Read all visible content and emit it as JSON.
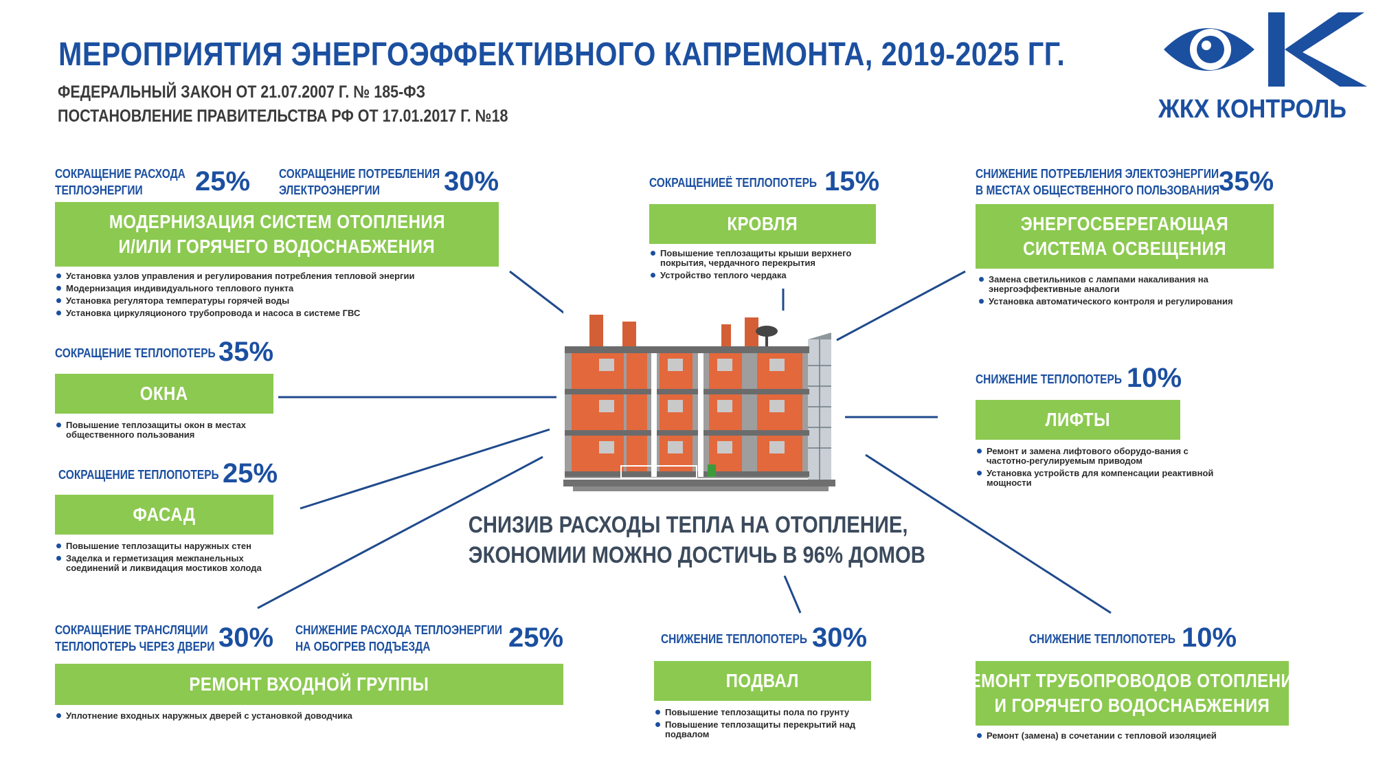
{
  "header": {
    "title": "МЕРОПРИЯТИЯ ЭНЕРГОЭФФЕКТИВНОГО КАПРЕМОНТА, 2019-2025 ГГ.",
    "law1": "ФЕДЕРАЛЬНЫЙ ЗАКОН ОТ 21.07.2007 Г. № 185-ФЗ",
    "law2": "ПОСТАНОВЛЕНИЕ ПРАВИТЕЛЬСТВА РФ ОТ 17.01.2017 Г. №18"
  },
  "logo": {
    "text": "ЖКХ КОНТРОЛЬ",
    "color": "#1b4fa0"
  },
  "colors": {
    "green": "#8cc950",
    "blue": "#1b4fa0",
    "line": "#1f4a8c"
  },
  "heating": {
    "stat1_label_l1": "СОКРАЩЕНИЕ РАСХОДА",
    "stat1_label_l2": "ТЕПЛОЭНЕРГИИ",
    "stat1_value": "25%",
    "stat2_label_l1": "СОКРАЩЕНИЕ ПОТРЕБЛЕНИЯ",
    "stat2_label_l2": "ЭЛЕКТРОЭНЕРГИИ",
    "stat2_value": "30%",
    "title_l1": "МОДЕРНИЗАЦИЯ СИСТЕМ ОТОПЛЕНИЯ",
    "title_l2": "И/ИЛИ ГОРЯЧЕГО ВОДОСНАБЖЕНИЯ",
    "items": [
      "Установка узлов управления и регулирования потребления тепловой энергии",
      "Модернизация индивидуального теплового пункта",
      "Установка регулятора температуры горячей воды",
      "Установка циркуляционого трубопровода и насоса в системе ГВС"
    ]
  },
  "roof": {
    "stat_label": "СОКРАЩЕНИЕЁ ТЕПЛОПОТЕРЬ",
    "stat_value": "15%",
    "title": "КРОВЛЯ",
    "items": [
      "Повышение теплозащиты крыши верхнего покрытия, чердачного перекрытия",
      "Устройство теплого чердака"
    ]
  },
  "lighting": {
    "stat_label_l1": "СНИЖЕНИЕ ПОТРЕБЛЕНИЯ ЭЛЕКТОЭНЕРГИИ",
    "stat_label_l2": "В МЕСТАХ ОБЩЕСТВЕННОГО ПОЛЬЗОВАНИЯ",
    "stat_value": "35%",
    "title_l1": "ЭНЕРГОСБЕРЕГАЮЩАЯ",
    "title_l2": "СИСТЕМА ОСВЕЩЕНИЯ",
    "items": [
      "Замена светильников с лампами накаливания на энергоэффективные аналоги",
      "Установка автоматического контроля и регулирования"
    ]
  },
  "windows": {
    "stat_label": "СОКРАЩЕНИЕ ТЕПЛОПОТЕРЬ",
    "stat_value": "35%",
    "title": "ОКНА",
    "items": [
      "Повышение теплозащиты окон в местах общественного пользования"
    ]
  },
  "lifts": {
    "stat_label": "СНИЖЕНИЕ ТЕПЛОПОТЕРЬ",
    "stat_value": "10%",
    "title": "ЛИФТЫ",
    "items": [
      "Ремонт и замена лифтового оборудо-вания с частотно-регулируемым приводом",
      "Установка устройств для компенсации реактивной мощности"
    ]
  },
  "facade": {
    "stat_label": "СОКРАЩЕНИЕ ТЕПЛОПОТЕРЬ",
    "stat_value": "25%",
    "title": "ФАСАД",
    "items": [
      "Повышение теплозащиты наружных стен",
      "Заделка и герметизация межпанельных соединений и ликвидация мостиков холода"
    ]
  },
  "entrance": {
    "stat1_label_l1": "СОКРАЩЕНИЕ ТРАНСЛЯЦИИ",
    "stat1_label_l2": "ТЕПЛОПОТЕРЬ ЧЕРЕЗ ДВЕРИ",
    "stat1_value": "30%",
    "stat2_label_l1": "СНИЖЕНИЕ РАСХОДА  ТЕПЛОЭНЕРГИИ",
    "stat2_label_l2": "НА ОБОГРЕВ  ПОДЪЕЗДА",
    "stat2_value": "25%",
    "title": "РЕМОНТ ВХОДНОЙ ГРУППЫ",
    "items": [
      "Уплотнение входных наружных дверей с установкой доводчика"
    ]
  },
  "basement": {
    "stat_label": "СНИЖЕНИЕ ТЕПЛОПОТЕРЬ",
    "stat_value": "30%",
    "title": "ПОДВАЛ",
    "items": [
      "Повышение теплозащиты пола по грунту",
      "Повышение теплозащиты перекрытий над подвалом"
    ]
  },
  "pipes": {
    "stat_label": "СНИЖЕНИЕ ТЕПЛОПОТЕРЬ",
    "stat_value": "10%",
    "title_l1": "РЕМОНТ ТРУБОПРОВОДОВ ОТОПЛЕНИЯ",
    "title_l2": "И ГОРЯЧЕГО  ВОДОСНАБЖЕНИЯ",
    "items": [
      "Ремонт (замена) в сочетании с тепловой изоляцией"
    ]
  },
  "center": {
    "line1": "СНИЗИВ РАСХОДЫ ТЕПЛА НА ОТОПЛЕНИЕ,",
    "line2": "ЭКОНОМИИ МОЖНО ДОСТИЧЬ В 96% ДОМОВ"
  }
}
